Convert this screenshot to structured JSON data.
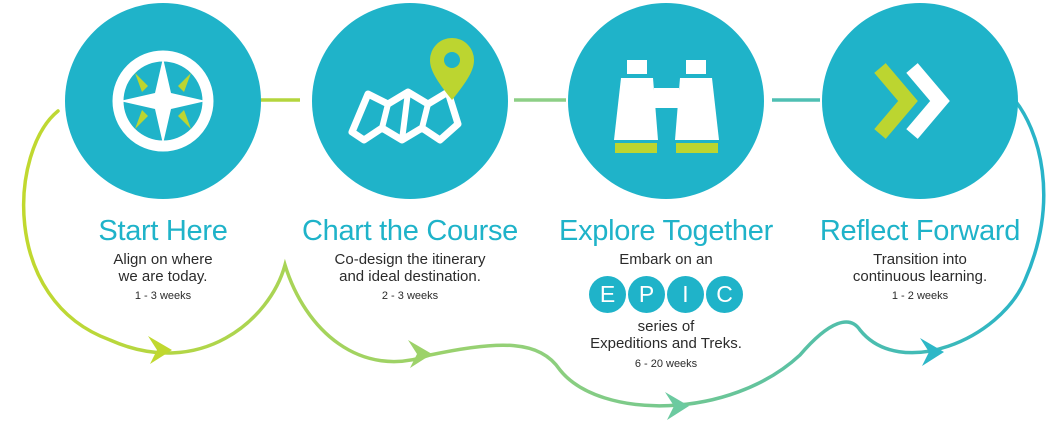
{
  "colors": {
    "teal": "#1fb3c9",
    "lime": "#bcd530",
    "white": "#ffffff",
    "text": "#2b2b2b"
  },
  "steps": [
    {
      "icon": "compass-icon",
      "title": "Start Here",
      "desc": [
        "Align on where",
        "we are today."
      ],
      "duration": "1 - 3 weeks"
    },
    {
      "icon": "map-pin-icon",
      "title": "Chart the Course",
      "desc": [
        "Co-design the itinerary",
        "and ideal destination."
      ],
      "duration": "2 - 3 weeks"
    },
    {
      "icon": "binoculars-icon",
      "title": "Explore Together",
      "desc": [
        "Embark on an"
      ],
      "epic": [
        "E",
        "P",
        "I",
        "C"
      ],
      "desc_after": [
        "series of",
        "Expeditions and Treks."
      ],
      "duration": "6 - 20 weeks"
    },
    {
      "icon": "double-chevron-icon",
      "title": "Reflect Forward",
      "desc": [
        "Transition into",
        "continuous learning."
      ],
      "duration": "1 - 2 weeks"
    }
  ]
}
